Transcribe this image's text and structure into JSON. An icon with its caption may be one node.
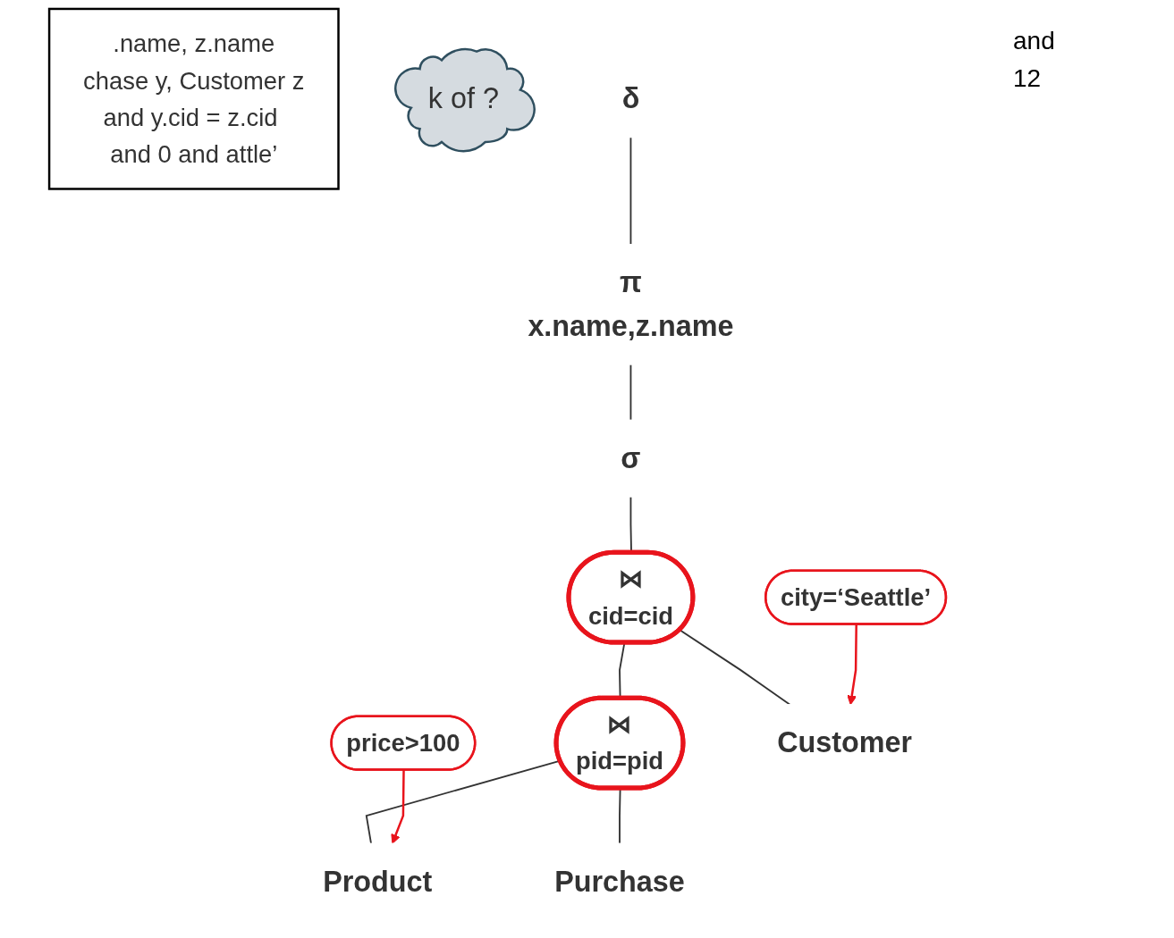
{
  "diagram": {
    "nodes": [
      {
        "text": [
          ".name, z.name",
          "chase y, Customer z",
          "and y.cid = z.cid and 0 and attle’"
        ]
      },
      {
        "text": [
          "k of ?"
        ]
      },
      {
        "text": [
          "δ"
        ]
      },
      {
        "text": [
          "π",
          "x.name,z.name"
        ]
      },
      {
        "text": [
          "σ"
        ]
      },
      {
        "text": [
          "price>100"
        ]
      },
      {
        "text": [
          "city=‘Seattle’"
        ]
      },
      {
        "text": [
          "⋈",
          "cid=cid"
        ]
      },
      {
        "text": [
          "⋈",
          "pid=pid"
        ]
      },
      {
        "text": [
          "Product"
        ]
      },
      {
        "text": [
          "Purchase"
        ]
      },
      {
        "text": [
          "Customer"
        ]
      }
    ],
    "edges": [
      {
        "from": 2,
        "to": 3,
        "arrow": "none"
      },
      {
        "from": 3,
        "to": 4,
        "arrow": "none"
      },
      {
        "from": 4,
        "to": 7,
        "arrow": "none"
      },
      {
        "from": 7,
        "to": 8,
        "arrow": "none"
      },
      {
        "from": 7,
        "to": 11,
        "arrow": "none"
      },
      {
        "from": 8,
        "to": 9,
        "arrow": "none"
      },
      {
        "from": 8,
        "to": 10,
        "arrow": "none"
      },
      {
        "from": 5,
        "to": 9,
        "arrow": "to",
        "color": "#e8141c"
      },
      {
        "from": 6,
        "to": 11,
        "arrow": "to",
        "color": "#e8141c"
      }
    ],
    "labels": [
      "and",
      "12"
    ]
  }
}
